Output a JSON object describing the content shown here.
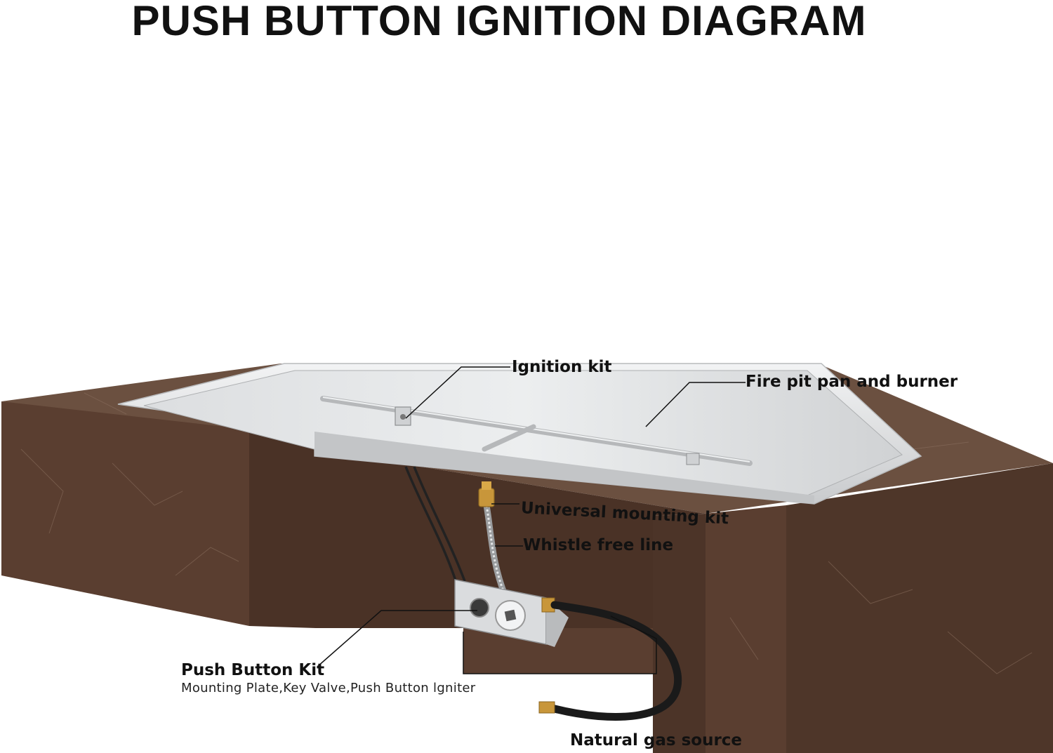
{
  "title": "PUSH BUTTON IGNITION DIAGRAM",
  "colors": {
    "stone_front": "#5a3e30",
    "stone_side": "#4a3226",
    "stone_top": "#6b5040",
    "steel": "#d8dadc",
    "brass": "#c8963a",
    "hose": "#1a1a1a"
  },
  "callouts": {
    "ignition_kit": "Ignition kit",
    "fire_pit_pan": "Fire pit pan and burner",
    "universal_mounting_kit": "Universal mounting kit",
    "whistle_free_line": "Whistle free line",
    "push_button_kit": "Push Button Kit",
    "push_button_kit_detail": "Mounting Plate,Key Valve,Push Button lgniter",
    "natural_gas_source": "Natural gas source"
  }
}
